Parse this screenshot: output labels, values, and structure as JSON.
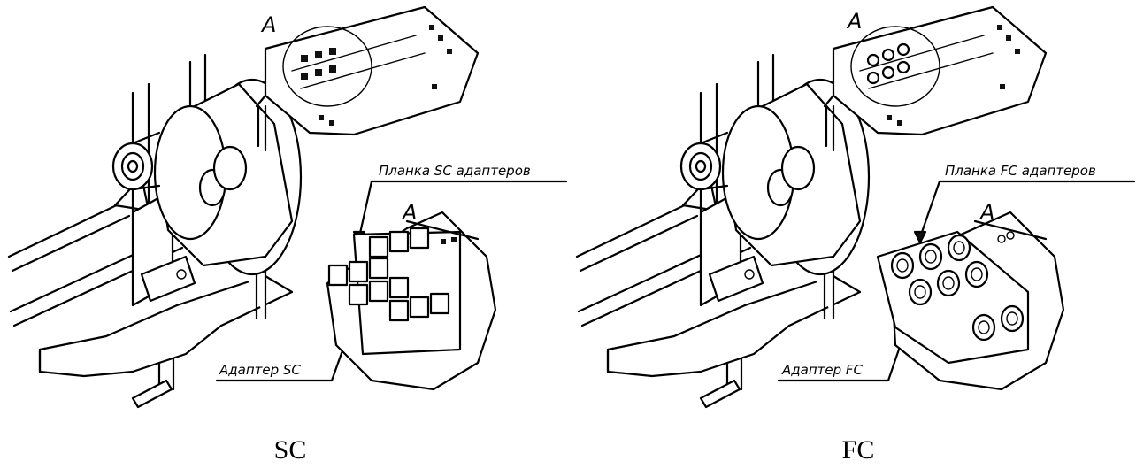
{
  "panels": {
    "sc": {
      "caption": "SC",
      "detail_letter_top": "A",
      "detail_letter_zoom": "A",
      "label_plate": "Планка SC адаптеров",
      "label_adapter": "Адаптер SC"
    },
    "fc": {
      "caption": "FC",
      "detail_letter_top": "A",
      "detail_letter_zoom": "A",
      "label_plate": "Планка FC адаптеров",
      "label_adapter": "Адаптер FC"
    }
  }
}
